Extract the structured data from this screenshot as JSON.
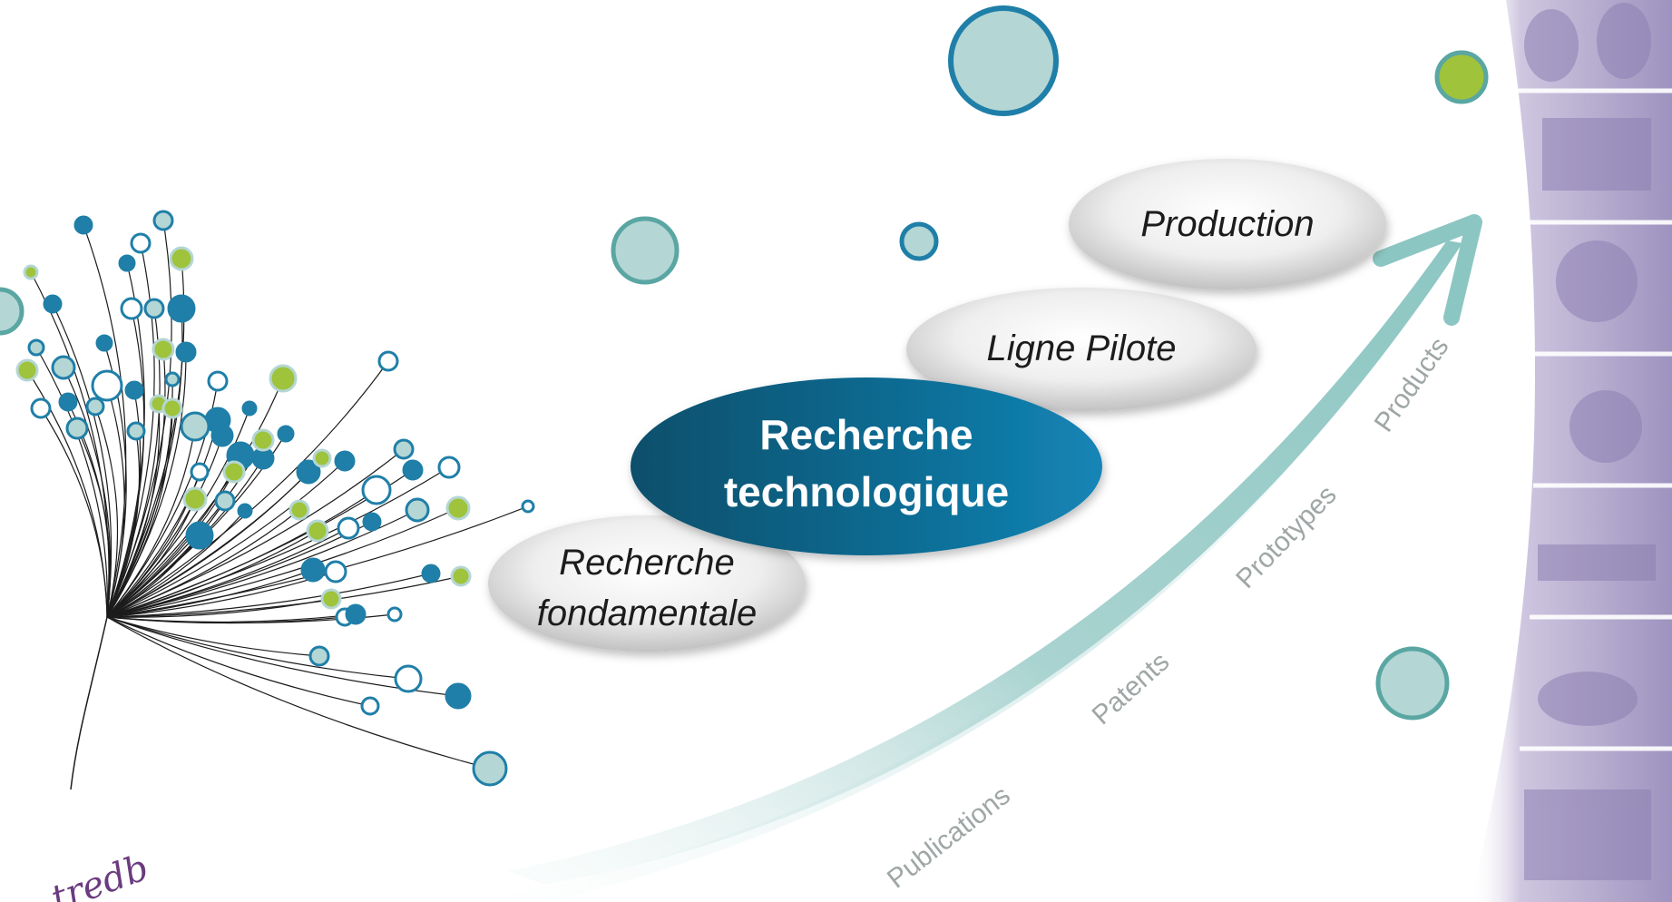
{
  "stages": {
    "fondamentale": {
      "line1": "Recherche",
      "line2": "fondamentale"
    },
    "technologique": {
      "line1": "Recherche",
      "line2": "technologique"
    },
    "pilote": {
      "label": "Ligne Pilote"
    },
    "production": {
      "label": "Production"
    }
  },
  "outputs": {
    "publications": "Publications",
    "patents": "Patents",
    "prototypes": "Prototypes",
    "products": "Products"
  },
  "logo_text": "tredb",
  "colors": {
    "teal_dark": "#0b5a7a",
    "teal_mid": "#1f7fa8",
    "teal_light": "#b4d6d4",
    "ring": "#5aa6a3",
    "green": "#9fc33b",
    "arrow": "#9fcfcc",
    "photo_strip": "#b7adcf"
  }
}
